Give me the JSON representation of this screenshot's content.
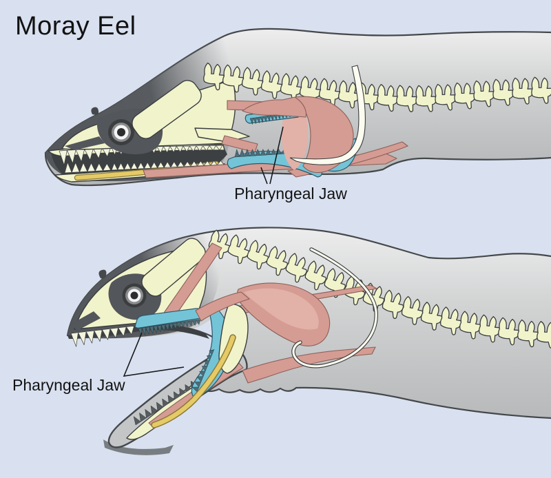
{
  "title": "Moray Eel",
  "figures": [
    {
      "name": "eel-mouth-closed-pharyngeal-jaw-retracted",
      "label": "Pharyngeal Jaw"
    },
    {
      "name": "eel-mouth-open-pharyngeal-jaw-extended",
      "label": "Pharyngeal Jaw"
    }
  ],
  "colors": {
    "background": "#d9e1f0",
    "body": "#c4c6c7",
    "outline": "#45484b",
    "headdark": "#54575a",
    "skull": "#f1f3cb",
    "bonew": "#fbfbef",
    "muscle": "#d59c93",
    "musclehi": "#e2b1a8",
    "muscledk": "#bb7d74",
    "blue": "#74c4d8",
    "tooth": "#f3f4dd",
    "yellow": "#e5ca66",
    "label": "#121212"
  }
}
